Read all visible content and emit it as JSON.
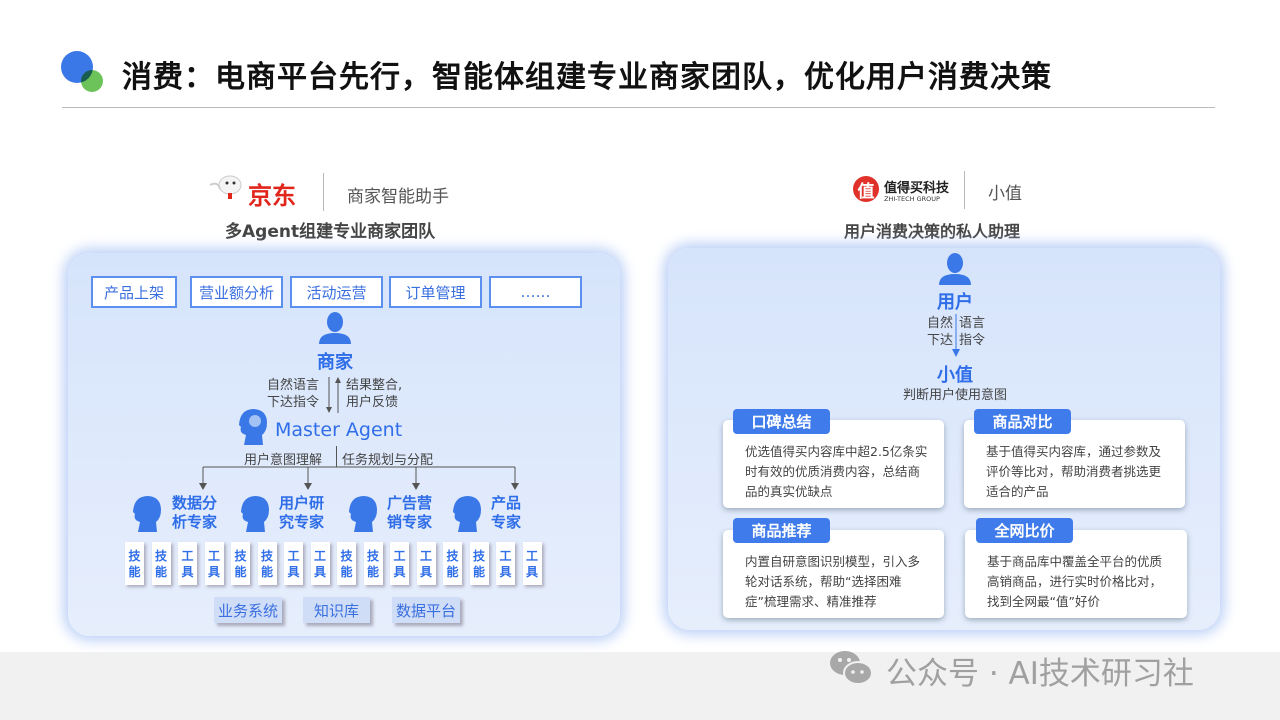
{
  "title": "消费：电商平台先行，智能体组建专业商家团队，优化用户消费决策",
  "left": {
    "brand": "京东",
    "product": "商家智能助手",
    "subtitle": "多Agent组建专业商家团队",
    "tasks": [
      "产品上架",
      "营业额分析",
      "活动运营",
      "订单管理",
      "……"
    ],
    "merchant": "商家",
    "down_label": [
      "自然语言",
      "下达指令"
    ],
    "up_label": [
      "结果整合,",
      "用户反馈"
    ],
    "master": "Master Agent",
    "intent": "用户意图理解",
    "planning": "任务规划与分配",
    "experts": [
      [
        "数据分",
        "析专家"
      ],
      [
        "用户研",
        "究专家"
      ],
      [
        "广告营",
        "销专家"
      ],
      [
        "产品",
        "专家"
      ]
    ],
    "skills": [
      [
        "技",
        "能"
      ],
      [
        "技",
        "能"
      ],
      [
        "工",
        "具"
      ],
      [
        "工",
        "具"
      ]
    ],
    "systems": [
      "业务系统",
      "知识库",
      "数据平台"
    ]
  },
  "right": {
    "brand": "值得买科技",
    "brand_en": "ZHI-TECH GROUP",
    "logo_char": "值",
    "product": "小值",
    "subtitle": "用户消费决策的私人助理",
    "user": "用户",
    "instr_left": [
      "自然",
      "下达"
    ],
    "instr_right": [
      "语言",
      "指令"
    ],
    "assistant": "小值",
    "assistant_desc": "判断用户使用意图",
    "cards": [
      {
        "tag": "口碑总结",
        "text": "优选值得买内容库中超2.5亿条实时有效的优质消费内容，总结商品的真实优缺点"
      },
      {
        "tag": "商品对比",
        "text": "基于值得买内容库，通过参数及评价等比对，帮助消费者挑选更适合的产品"
      },
      {
        "tag": "商品推荐",
        "text": "内置自研意图识别模型，引入多轮对话系统，帮助“选择困难症”梳理需求、精准推荐"
      },
      {
        "tag": "全网比价",
        "text": "基于商品库中覆盖全平台的优质高销商品，进行实时价格比对，找到全网最“值”好价"
      }
    ]
  },
  "footer": {
    "text": "公众号 · AI技术研习社"
  },
  "colors": {
    "accent": "#2f6ee8",
    "panel": "#dbe7fb",
    "jd_red": "#e1251b"
  }
}
